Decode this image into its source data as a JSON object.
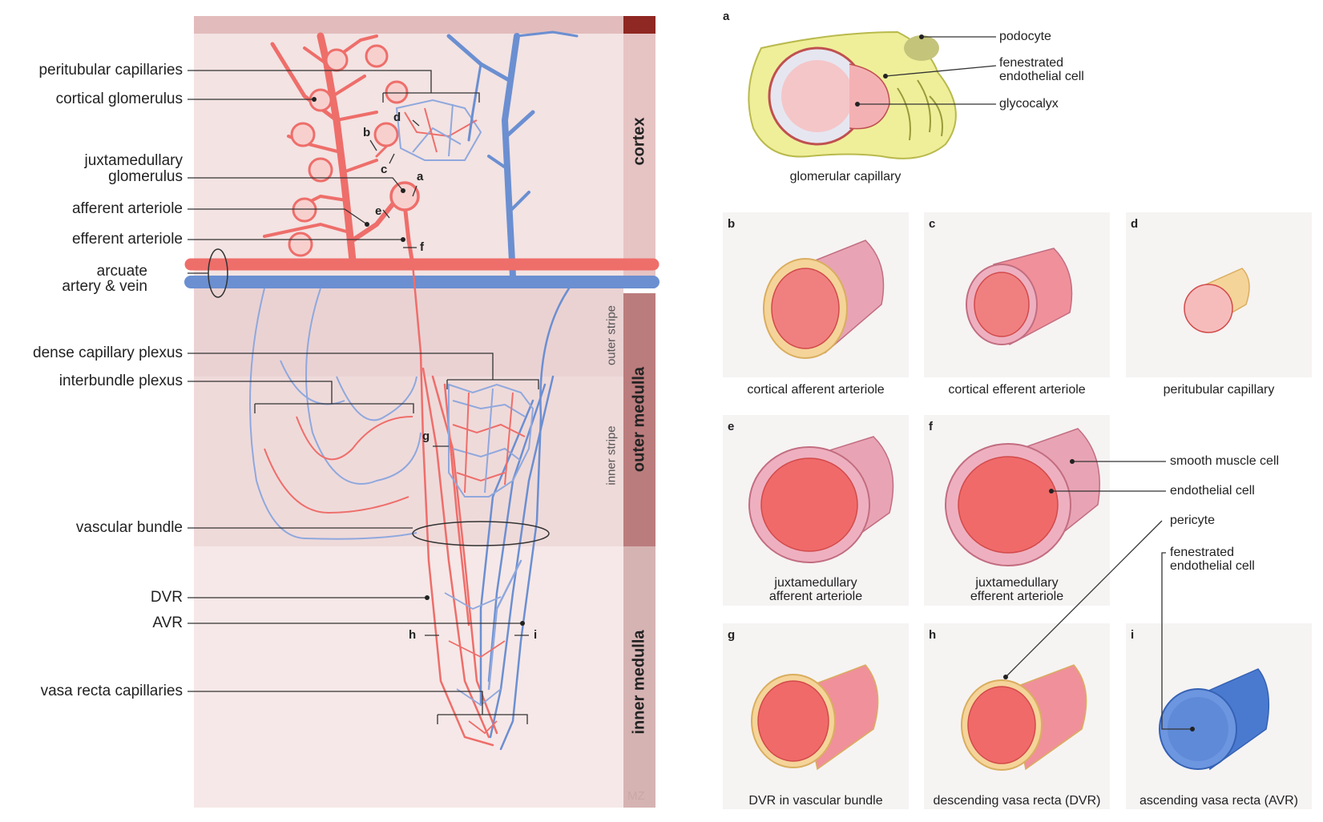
{
  "left_labels": {
    "peritubular_capillaries": "peritubular capillaries",
    "cortical_glomerulus": "cortical glomerulus",
    "juxtamedullary_glomerulus_1": "juxtamedullary",
    "juxtamedullary_glomerulus_2": "glomerulus",
    "afferent_arteriole": "afferent arteriole",
    "efferent_arteriole": "efferent arteriole",
    "arcuate_1": "arcuate",
    "arcuate_2": "artery & vein",
    "dense_capillary_plexus": "dense capillary plexus",
    "interbundle_plexus": "interbundle plexus",
    "vascular_bundle": "vascular bundle",
    "dvr": "DVR",
    "avr": "AVR",
    "vasa_recta_capillaries": "vasa recta capillaries"
  },
  "zones": {
    "cortex": "cortex",
    "outer_medulla": "outer medulla",
    "inner_medulla": "inner medulla",
    "outer_stripe": "outer stripe",
    "inner_stripe": "inner stripe"
  },
  "diagram_letters": [
    "a",
    "b",
    "c",
    "d",
    "e",
    "f",
    "g",
    "h",
    "i"
  ],
  "signature": "MZ",
  "panel_a": {
    "letter": "a",
    "caption": "glomerular capillary",
    "podocyte": "podocyte",
    "fenestrated_1": "fenestrated",
    "fenestrated_2": "endothelial cell",
    "glycocalyx": "glycocalyx"
  },
  "panels": [
    {
      "letter": "b",
      "caption": "cortical afferent arteriole",
      "caption2": ""
    },
    {
      "letter": "c",
      "caption": "cortical efferent arteriole",
      "caption2": ""
    },
    {
      "letter": "d",
      "caption": "peritubular capillary",
      "caption2": ""
    },
    {
      "letter": "e",
      "caption": "juxtamedullary",
      "caption2": "afferent arteriole"
    },
    {
      "letter": "f",
      "caption": "juxtamedullary",
      "caption2": "efferent arteriole"
    },
    {
      "letter": "g",
      "caption": "DVR in vascular bundle",
      "caption2": ""
    },
    {
      "letter": "h",
      "caption": "descending vasa recta (DVR)",
      "caption2": ""
    },
    {
      "letter": "i",
      "caption": "ascending vasa recta (AVR)",
      "caption2": ""
    }
  ],
  "right_labels": {
    "smooth_muscle_cell": "smooth muscle cell",
    "endothelial_cell": "endothelial cell",
    "pericyte": "pericyte",
    "fenestrated_1": "fenestrated",
    "fenestrated_2": "endothelial cell"
  },
  "colors": {
    "artery": "#ee6e6a",
    "vein": "#6b8fd1",
    "cortex_bg": "#f3e2e2",
    "outer_stripe_bg": "#ebd5d6",
    "inner_stripe_bg": "#f0dcdc",
    "inner_medulla_bg": "#f6e8e8",
    "band_cortex": "#a1302c",
    "band_om": "#b97878",
    "band_im": "#d3aaab",
    "podocyte": "#efef9a",
    "smooth_muscle": "#e8a4b4"
  }
}
